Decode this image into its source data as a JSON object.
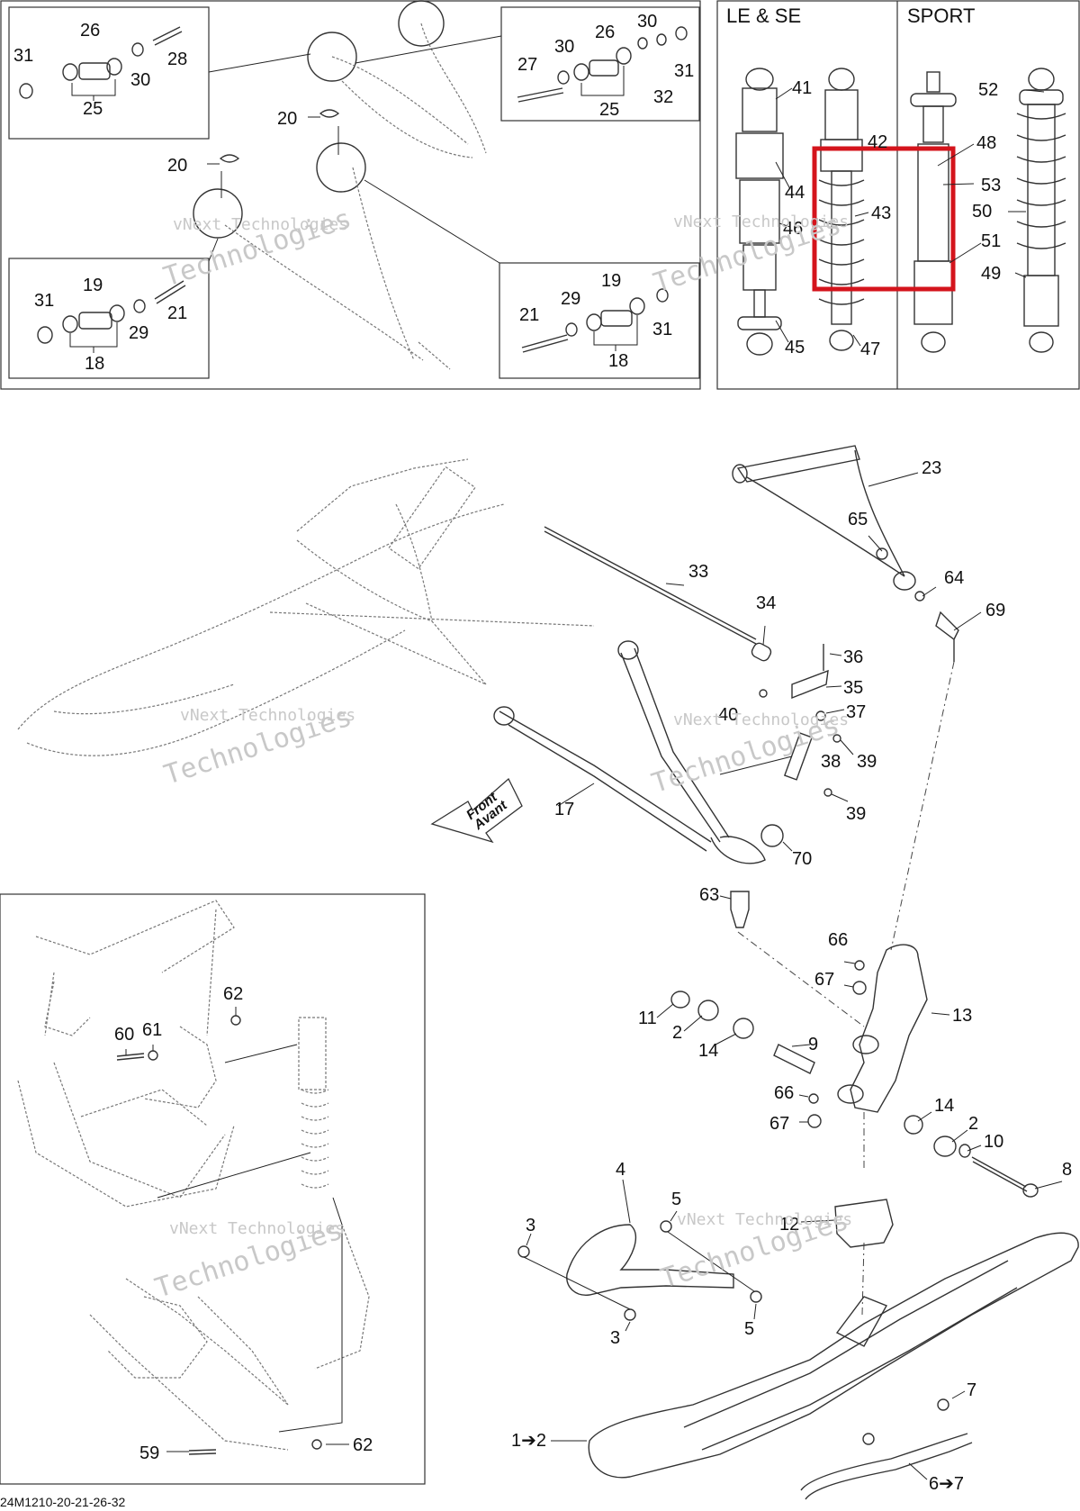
{
  "diagram": {
    "variant_headers": {
      "le_se": "LE & SE",
      "sport": "SPORT"
    },
    "highlight_color": "#d4141c",
    "watermark": {
      "line1": "vNext Technologies",
      "line2": "Technologies"
    },
    "drawing_code": "24M1210-20-21-26-32",
    "front_arrow": {
      "line1": "Front",
      "line2": "Avant"
    },
    "callouts": {
      "c31a": "31",
      "c26a": "26",
      "c28": "28",
      "c30a": "30",
      "c25a": "25",
      "c20a": "20",
      "c20b": "20",
      "c27": "27",
      "c30b": "30",
      "c26b": "26",
      "c30c": "30",
      "c31b": "31",
      "c32": "32",
      "c25b": "25",
      "c31c": "31",
      "c19a": "19",
      "c21a": "21",
      "c29a": "29",
      "c18a": "18",
      "c21b": "21",
      "c29b": "29",
      "c19b": "19",
      "c31d": "31",
      "c18b": "18",
      "c41": "41",
      "c42": "42",
      "c44": "44",
      "c43": "43",
      "c46": "46",
      "c45": "45",
      "c47": "47",
      "c52": "52",
      "c48": "48",
      "c53": "53",
      "c50": "50",
      "c51": "51",
      "c49": "49",
      "c23": "23",
      "c65": "65",
      "c64": "64",
      "c69": "69",
      "c33": "33",
      "c34": "34",
      "c36": "36",
      "c35": "35",
      "c40": "40",
      "c37": "37",
      "c38": "38",
      "c39a": "39",
      "c39b": "39",
      "c17": "17",
      "c70": "70",
      "c63": "63",
      "c66a": "66",
      "c67a": "67",
      "c13": "13",
      "c11": "11",
      "c2a": "2",
      "c14a": "14",
      "c9": "9",
      "c66b": "66",
      "c67b": "67",
      "c14b": "14",
      "c2b": "2",
      "c10": "10",
      "c8": "8",
      "c4": "4",
      "c5a": "5",
      "c12": "12",
      "c3a": "3",
      "c3b": "3",
      "c5b": "5",
      "c7": "7",
      "c67": "6➔7",
      "c12ref": "1➔2",
      "c62a": "62",
      "c60": "60",
      "c61": "61",
      "c59": "59",
      "c62b": "62"
    }
  }
}
